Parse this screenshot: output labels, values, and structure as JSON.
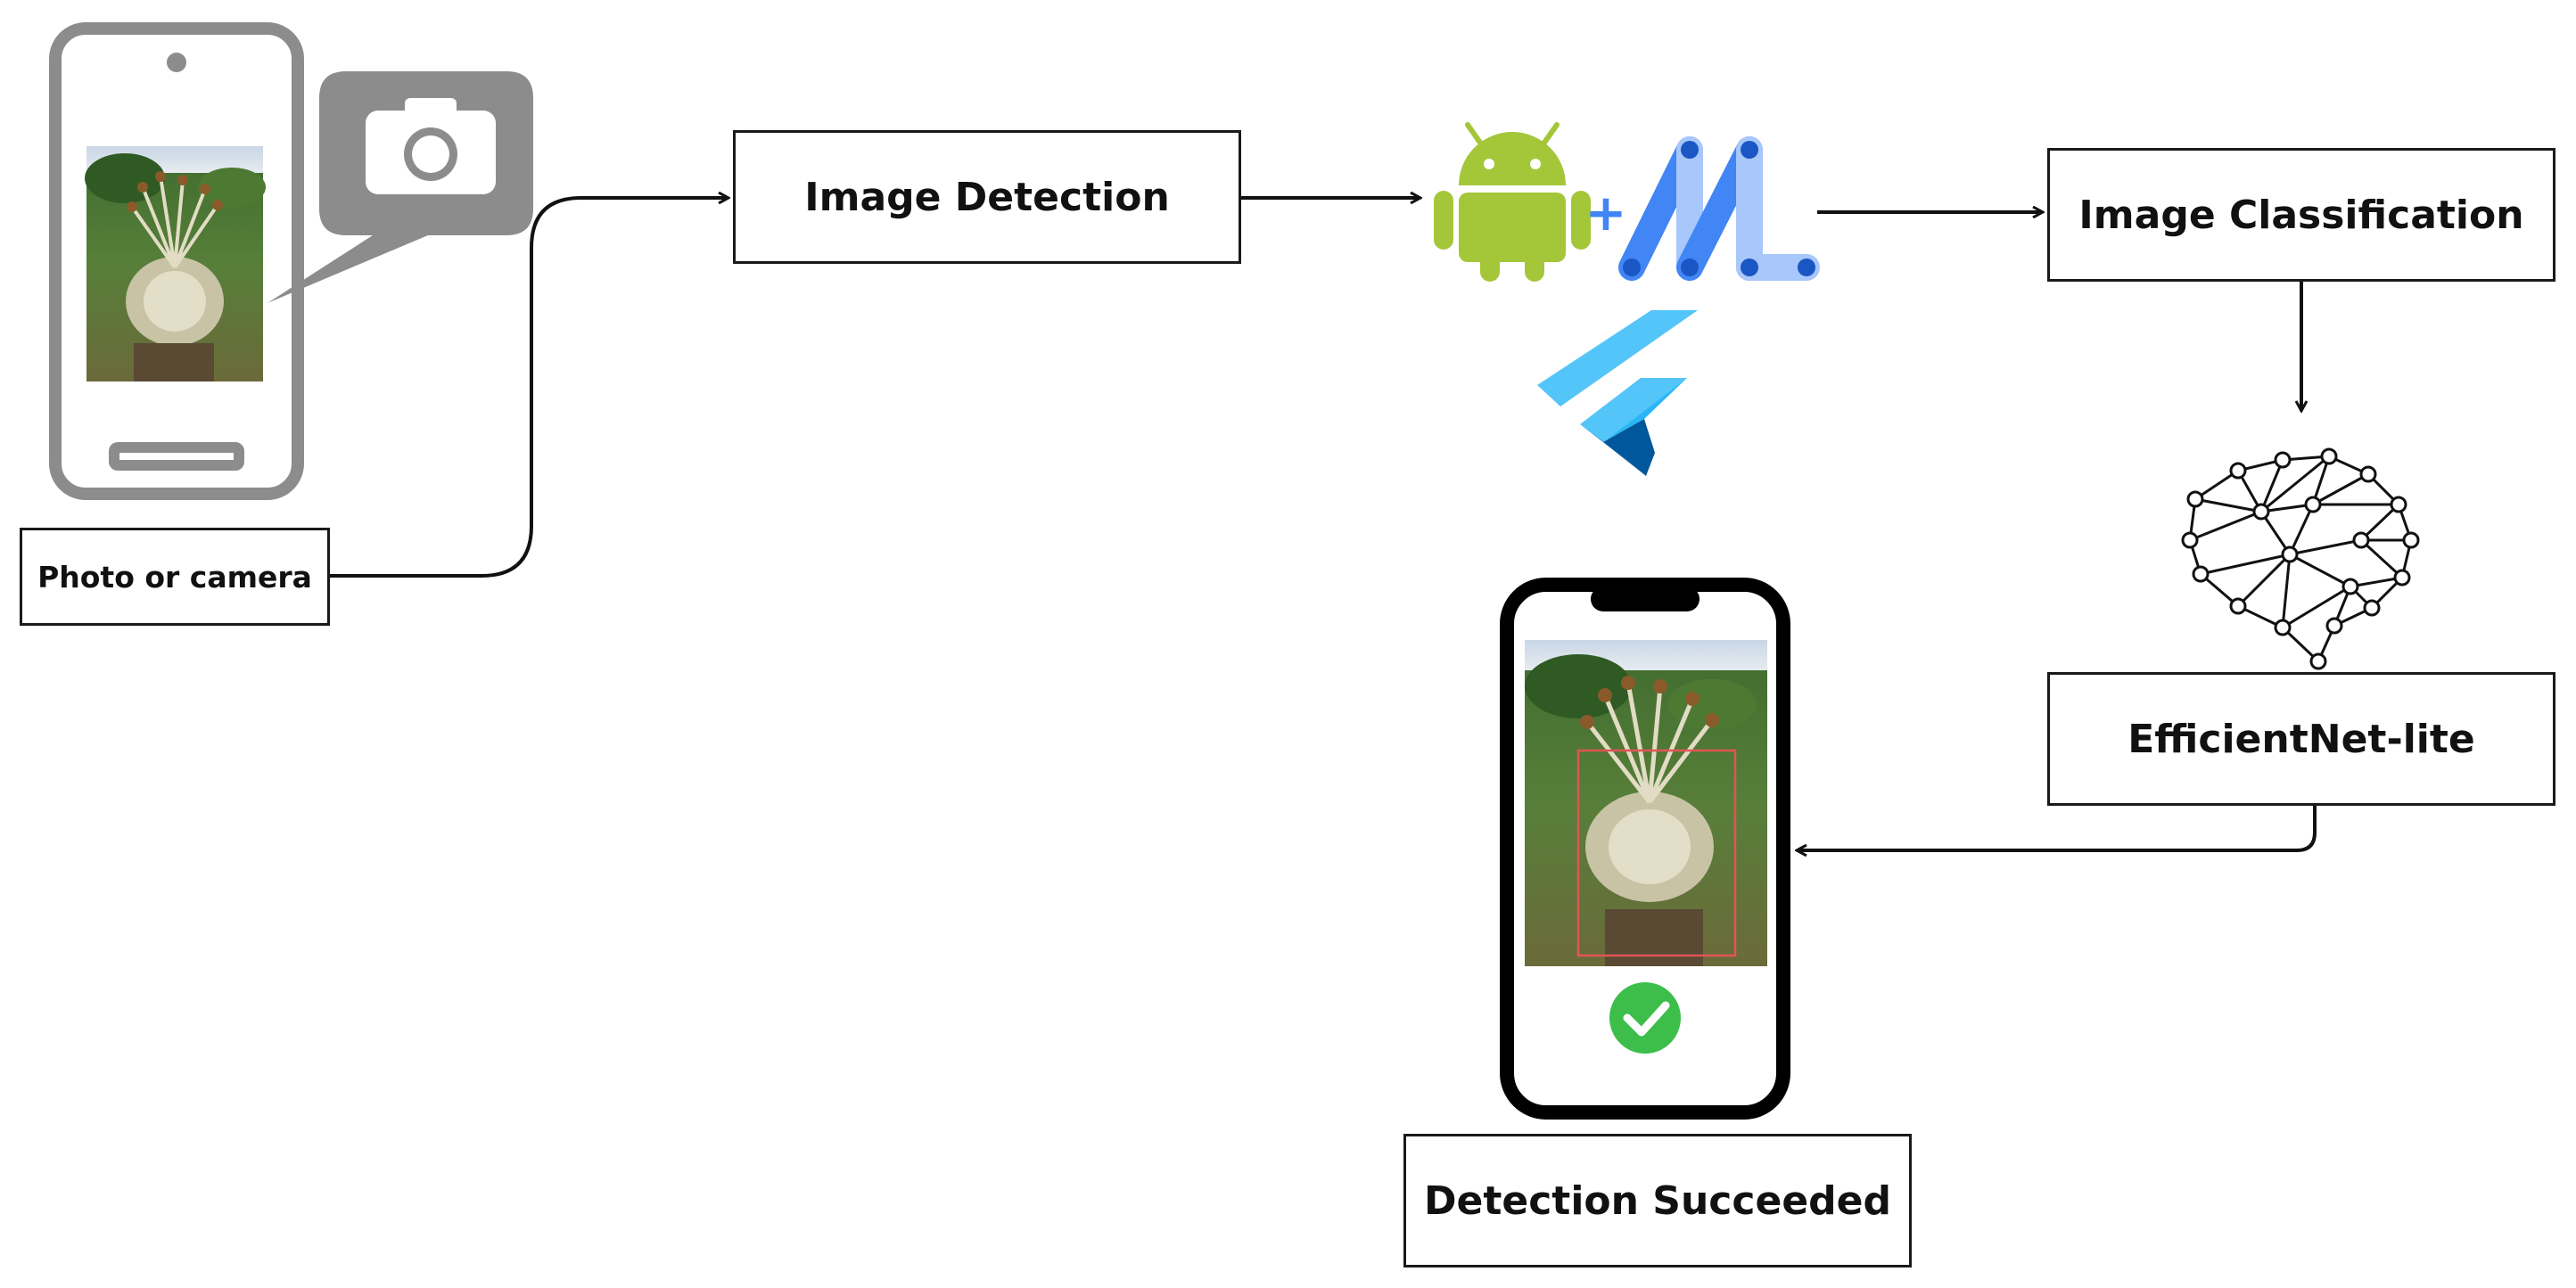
{
  "boxes": {
    "source": "Photo or camera",
    "detection": "Image Detection",
    "classification": "Image Classification",
    "model": "EfficientNet-lite",
    "result": "Detection Succeeded"
  },
  "plus_sign": "+",
  "colors": {
    "android_green": "#A4C639",
    "mlkit_blue": "#4285F4",
    "mlkit_light": "#A8C7FA",
    "flutter_light": "#54C5F8",
    "flutter_dark": "#01579B",
    "success_green": "#3DBE4B",
    "phone_gray": "#8C8C8C",
    "bbox_red": "#E05555"
  },
  "icons": [
    "camera-icon",
    "android-icon",
    "ml-kit-icon",
    "flutter-icon",
    "neural-network-icon",
    "check-icon"
  ]
}
